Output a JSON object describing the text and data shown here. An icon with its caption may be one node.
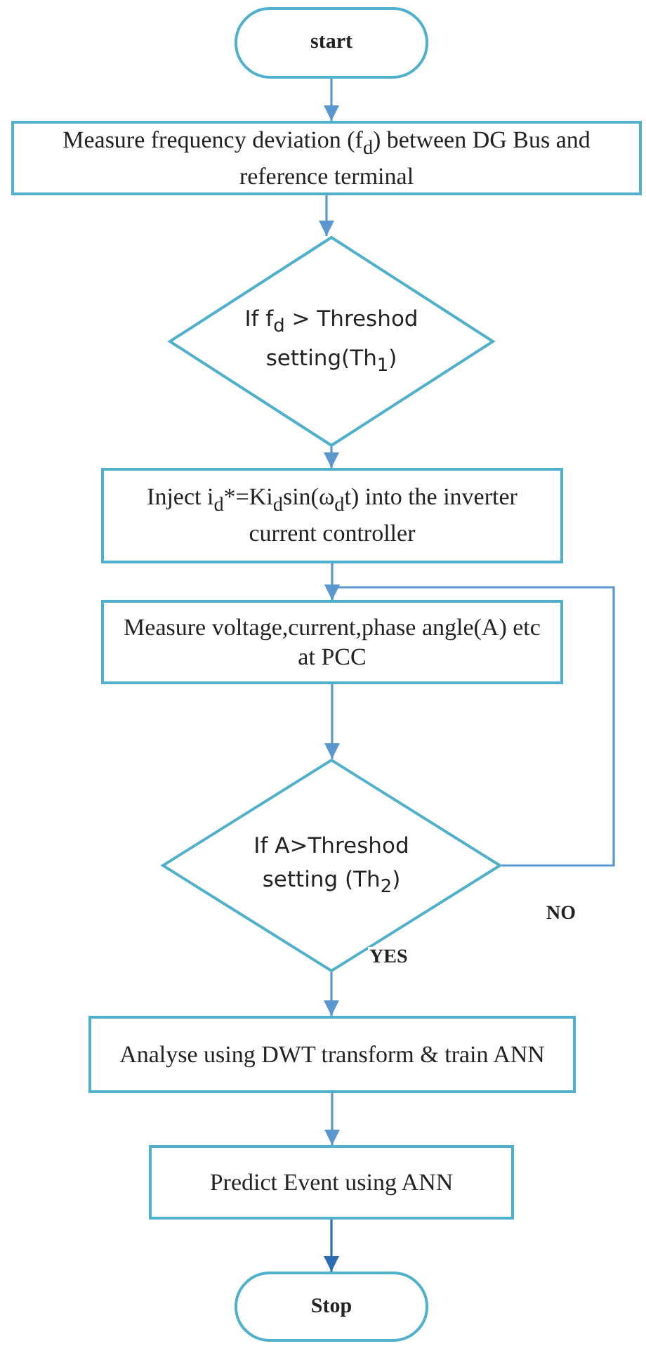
{
  "diagram": {
    "nodes": [
      {
        "text": [
          "start"
        ]
      },
      {
        "text": [
          "Measure frequency deviation (f$_{d}$) between DG Bus and reference terminal"
        ]
      },
      {
        "text": [
          "If f$_{d}$ > Threshod setting(Th$_{1}$)"
        ]
      },
      {
        "text": [
          "Inject i$_{d}$*=Ki$_{d}$sin(ω$_{d}$t) into the inverter current controller"
        ]
      },
      {
        "text": [
          "Measure voltage,current,phase angle(A) etc at PCC"
        ]
      },
      {
        "text": [
          "If A>Threshod setting (Th$_{2}$)"
        ]
      },
      {
        "text": [
          "Analyse using DWT transform & train ANN"
        ]
      },
      {
        "text": [
          "Predict Event using ANN"
        ]
      },
      {
        "text": [
          "Stop"
        ]
      }
    ],
    "edges": [
      {
        "from": 0,
        "to": 1,
        "arrow": "to"
      },
      {
        "from": 1,
        "to": 2,
        "arrow": "to"
      },
      {
        "from": 2,
        "to": 3,
        "arrow": "to"
      },
      {
        "from": 3,
        "to": 4,
        "arrow": "to"
      },
      {
        "from": 4,
        "to": 5,
        "arrow": "to"
      },
      {
        "from": 5,
        "to": 6,
        "arrow": "to",
        "label": "YES"
      },
      {
        "from": 5,
        "to": 4,
        "arrow": "to",
        "label": "NO"
      },
      {
        "from": 6,
        "to": 7,
        "arrow": "to"
      },
      {
        "from": 7,
        "to": 8,
        "arrow": "to",
        "color": "#2a6db5"
      }
    ]
  }
}
